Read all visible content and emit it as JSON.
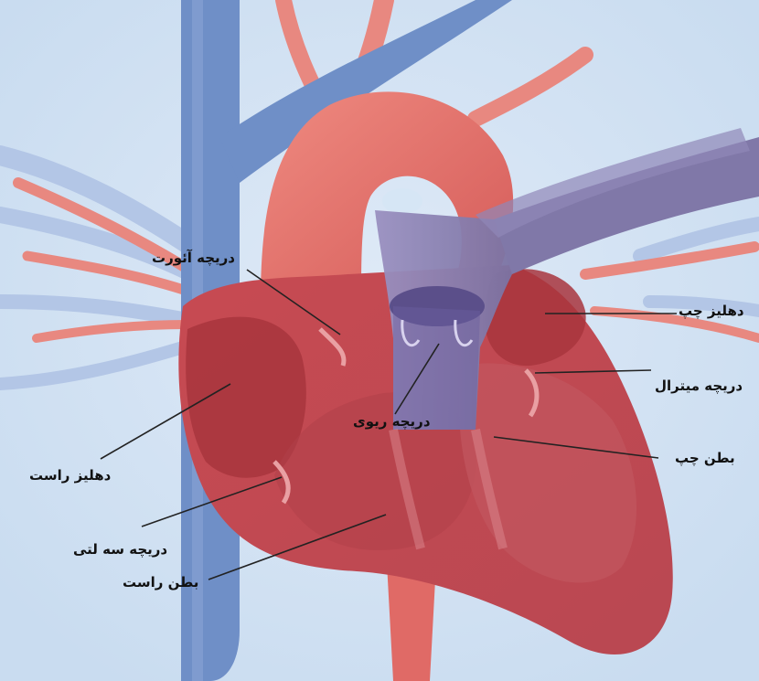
{
  "diagram": {
    "labels": {
      "aortic_valve": "دریچه آئورت",
      "left_atrium": "دهلیز چپ",
      "mitral_valve": "دریچه میترال",
      "pulmonary_valve": "دریچه ریوی",
      "left_ventricle": "بطن چپ",
      "right_atrium": "دهلیز راست",
      "tricuspid_valve": "دریچه سه لتی",
      "right_ventricle": "بطن راست"
    },
    "colors": {
      "background": "#d6e6f5",
      "vein_blue": "#6f8fc7",
      "artery_red": "#e06a66",
      "heart_red": "#c9525a",
      "chamber_dark": "#a8353d",
      "pulmonary_purple": "#8078a8",
      "leader_line": "#222222"
    }
  }
}
